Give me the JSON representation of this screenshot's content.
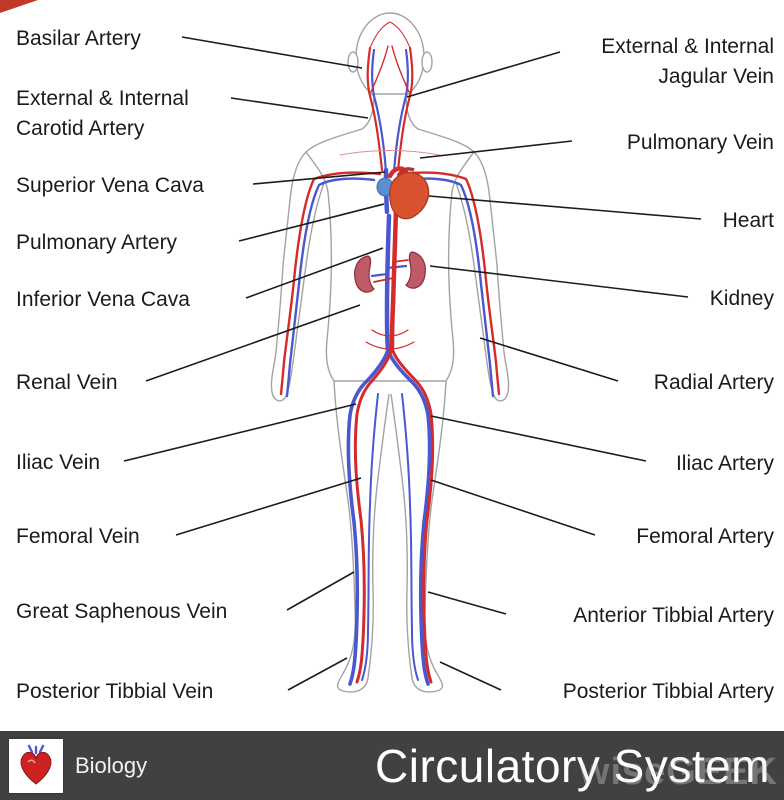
{
  "diagram": {
    "left_labels": [
      {
        "text": "Basilar Artery"
      },
      {
        "text": "External & Internal Carotid Artery"
      },
      {
        "text": "Superior Vena Cava"
      },
      {
        "text": "Pulmonary Artery"
      },
      {
        "text": "Inferior Vena Cava"
      },
      {
        "text": "Renal Vein"
      },
      {
        "text": "Iliac Vein"
      },
      {
        "text": "Femoral Vein"
      },
      {
        "text": "Great Saphenous Vein"
      },
      {
        "text": "Posterior Tibbial Vein"
      }
    ],
    "right_labels": [
      {
        "text": "External & Internal Jagular Vein"
      },
      {
        "text": "Pulmonary Vein"
      },
      {
        "text": "Heart"
      },
      {
        "text": "Kidney"
      },
      {
        "text": "Radial Artery"
      },
      {
        "text": "Iliac Artery"
      },
      {
        "text": "Femoral Artery"
      },
      {
        "text": "Anterior Tibbial Artery"
      },
      {
        "text": "Posterior Tibbial Artery"
      }
    ],
    "colors": {
      "artery": "#d42b2b",
      "vein": "#4a57cf",
      "body_outline": "#a3a3a3",
      "connector": "#1c1c1c",
      "corner_triangle": "#c0392b"
    }
  },
  "footer": {
    "subject": "Biology",
    "title": "Circulatory System",
    "watermark": "wiseGEEK",
    "background": "#414042"
  }
}
